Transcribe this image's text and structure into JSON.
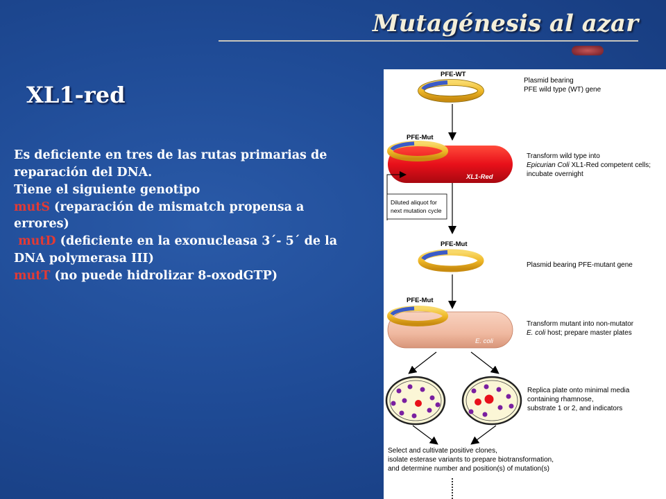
{
  "slide": {
    "title": "Mutagénesis al azar",
    "subtitle": "XL1-red"
  },
  "body": {
    "line1": "Es deficiente en tres de las rutas primarias de reparación del DNA.",
    "line2": "Tiene el siguiente genotipo",
    "mutS_gene": "mutS",
    "mutS_desc": " (reparación de mismatch propensa a errores)",
    "mutD_gene": "mutD",
    "mutD_desc": " (deficiente en la exonucleasa 3´- 5´ de la DNA polymerasa III)",
    "mutT_gene": "mutT",
    "mutT_desc": " (no puede hidrolizar 8-oxodGTP)"
  },
  "diagram": {
    "label_pfe_wt": "PFE-WT",
    "label_pfe_mut_1": "PFE-Mut",
    "label_pfe_mut_2": "PFE-Mut",
    "label_pfe_mut_3": "PFE-Mut",
    "label_xl1red": "XL1-Red",
    "label_ecoli": "E. coli",
    "step1_line1": "Plasmid bearing",
    "step1_line2": "PFE wild type (WT) gene",
    "step2_line1": "Transform wild type into",
    "step2_line2_italic": "Epicurian Coli",
    "step2_line2_rest": " XL1-Red competent cells;",
    "step2_line3": "incubate overnight",
    "cycle_line1": "Diluted aliquot for",
    "cycle_line2": "next mutation cycle",
    "step3": "Plasmid bearing PFE-mutant gene",
    "step4_line1": "Transform mutant into non-mutator",
    "step4_line2_italic": "E. coli",
    "step4_line2_rest": "  host; prepare master plates",
    "step5_line1": "Replica plate onto minimal media",
    "step5_line2": "containing rhamnose,",
    "step5_line3": "substrate 1 or 2, and indicators",
    "step6_line1": "Select and cultivate positive clones,",
    "step6_line2": "isolate esterase variants to prepare biotransformation,",
    "step6_line3": "and determine number and position(s) of mutation(s)",
    "colors": {
      "plasmid_ring": "#f2c233",
      "plasmid_insert": "#3b5bc8",
      "xl1red_cell": "#e8101a",
      "ecoli_cell": "#f0b9a0",
      "plate_medium": "#fbf6d6",
      "colony_purple": "#7a1fa0",
      "colony_red": "#e8101a"
    }
  }
}
